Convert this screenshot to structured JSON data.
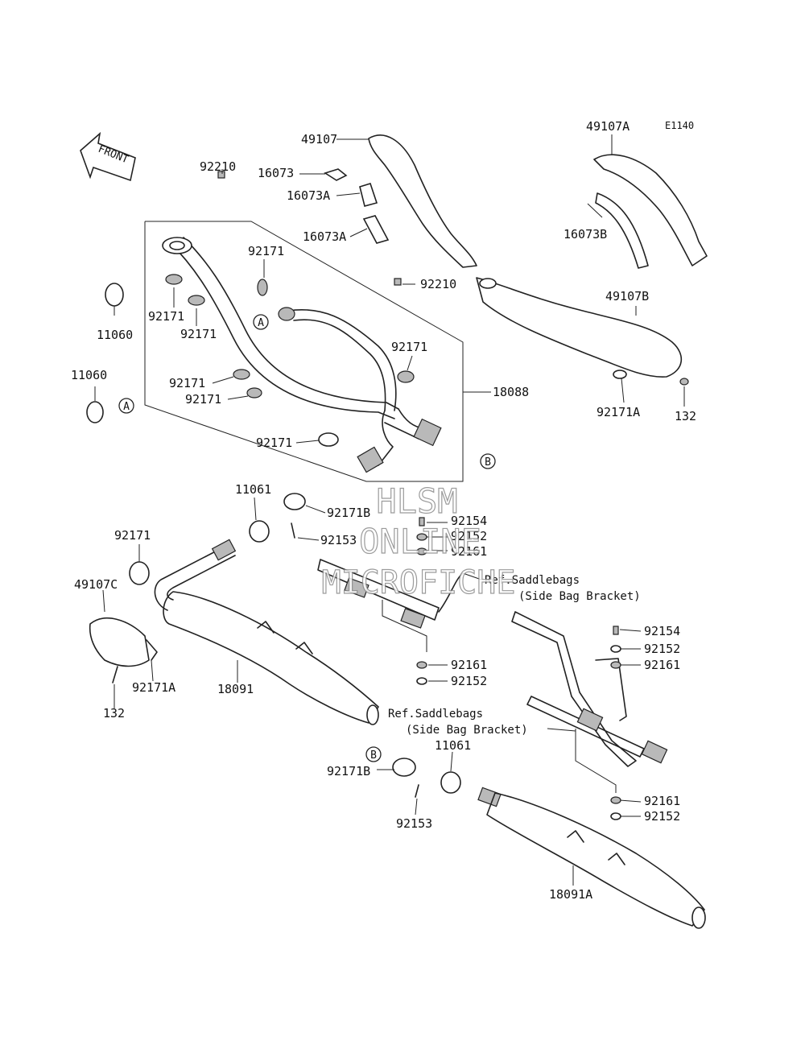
{
  "diagram": {
    "code": "E1140",
    "front_label": "FRONT",
    "callouts": {
      "a": "A",
      "b": "B"
    },
    "parts": {
      "p49107": "49107",
      "p49107A": "49107A",
      "p16073": "16073",
      "p16073A_1": "16073A",
      "p16073A_2": "16073A",
      "p16073B": "16073B",
      "p49107B": "49107B",
      "p92171A_1": "92171A",
      "p132_1": "132",
      "p92210_1": "92210",
      "p92210_2": "92210",
      "p92171_1": "92171",
      "p92171_2": "92171",
      "p92171_3": "92171",
      "p92171_4": "92171",
      "p92171_5": "92171",
      "p92171_6": "92171",
      "p92171_7": "92171",
      "p92171_8": "92171",
      "p11060_1": "11060",
      "p11060_2": "11060",
      "p18088": "18088",
      "p11061_1": "11061",
      "p92171B_1": "92171B",
      "p92153_1": "92153",
      "p92154_1": "92154",
      "p92152_1": "92152",
      "p92161_1": "92161",
      "p49107C": "49107C",
      "p92171A_2": "92171A",
      "p132_2": "132",
      "p18091": "18091",
      "p92161_2": "92161",
      "p92152_2": "92152",
      "p92154_2": "92154",
      "p92152_3": "92152",
      "p92161_3": "92161",
      "p11061_2": "11061",
      "p92171B_2": "92171B",
      "p92153_2": "92153",
      "p92161_4": "92161",
      "p92152_4": "92152",
      "p18091A": "18091A"
    },
    "refs": {
      "ref1_line1": "Ref.Saddlebags",
      "ref1_line2": "(Side Bag Bracket)",
      "ref2_line1": "Ref.Saddlebags",
      "ref2_line2": "(Side Bag Bracket)"
    },
    "watermark": {
      "line1": "HLSM",
      "line2": "ONLINE",
      "line3": "MICROFICHE"
    }
  }
}
